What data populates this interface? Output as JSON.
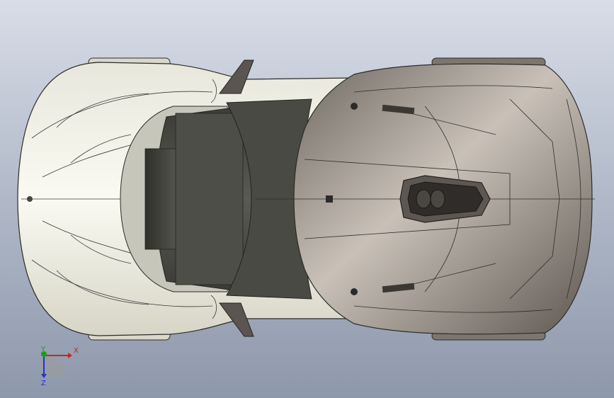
{
  "viewport": {
    "view": "top",
    "background_top": "#d8dde7",
    "background_bottom": "#8e98ab"
  },
  "model": {
    "rear_body_color": "#f3f1e6",
    "front_body_color": "#9d958e",
    "canopy_color": "#4a4a44",
    "edge_color": "#2b2b2b"
  },
  "triad": {
    "x_label": "X",
    "y_label": "Y",
    "z_label": "Z",
    "x_color": "#cc2222",
    "y_color": "#1f9a1f",
    "z_color": "#2233cc"
  }
}
